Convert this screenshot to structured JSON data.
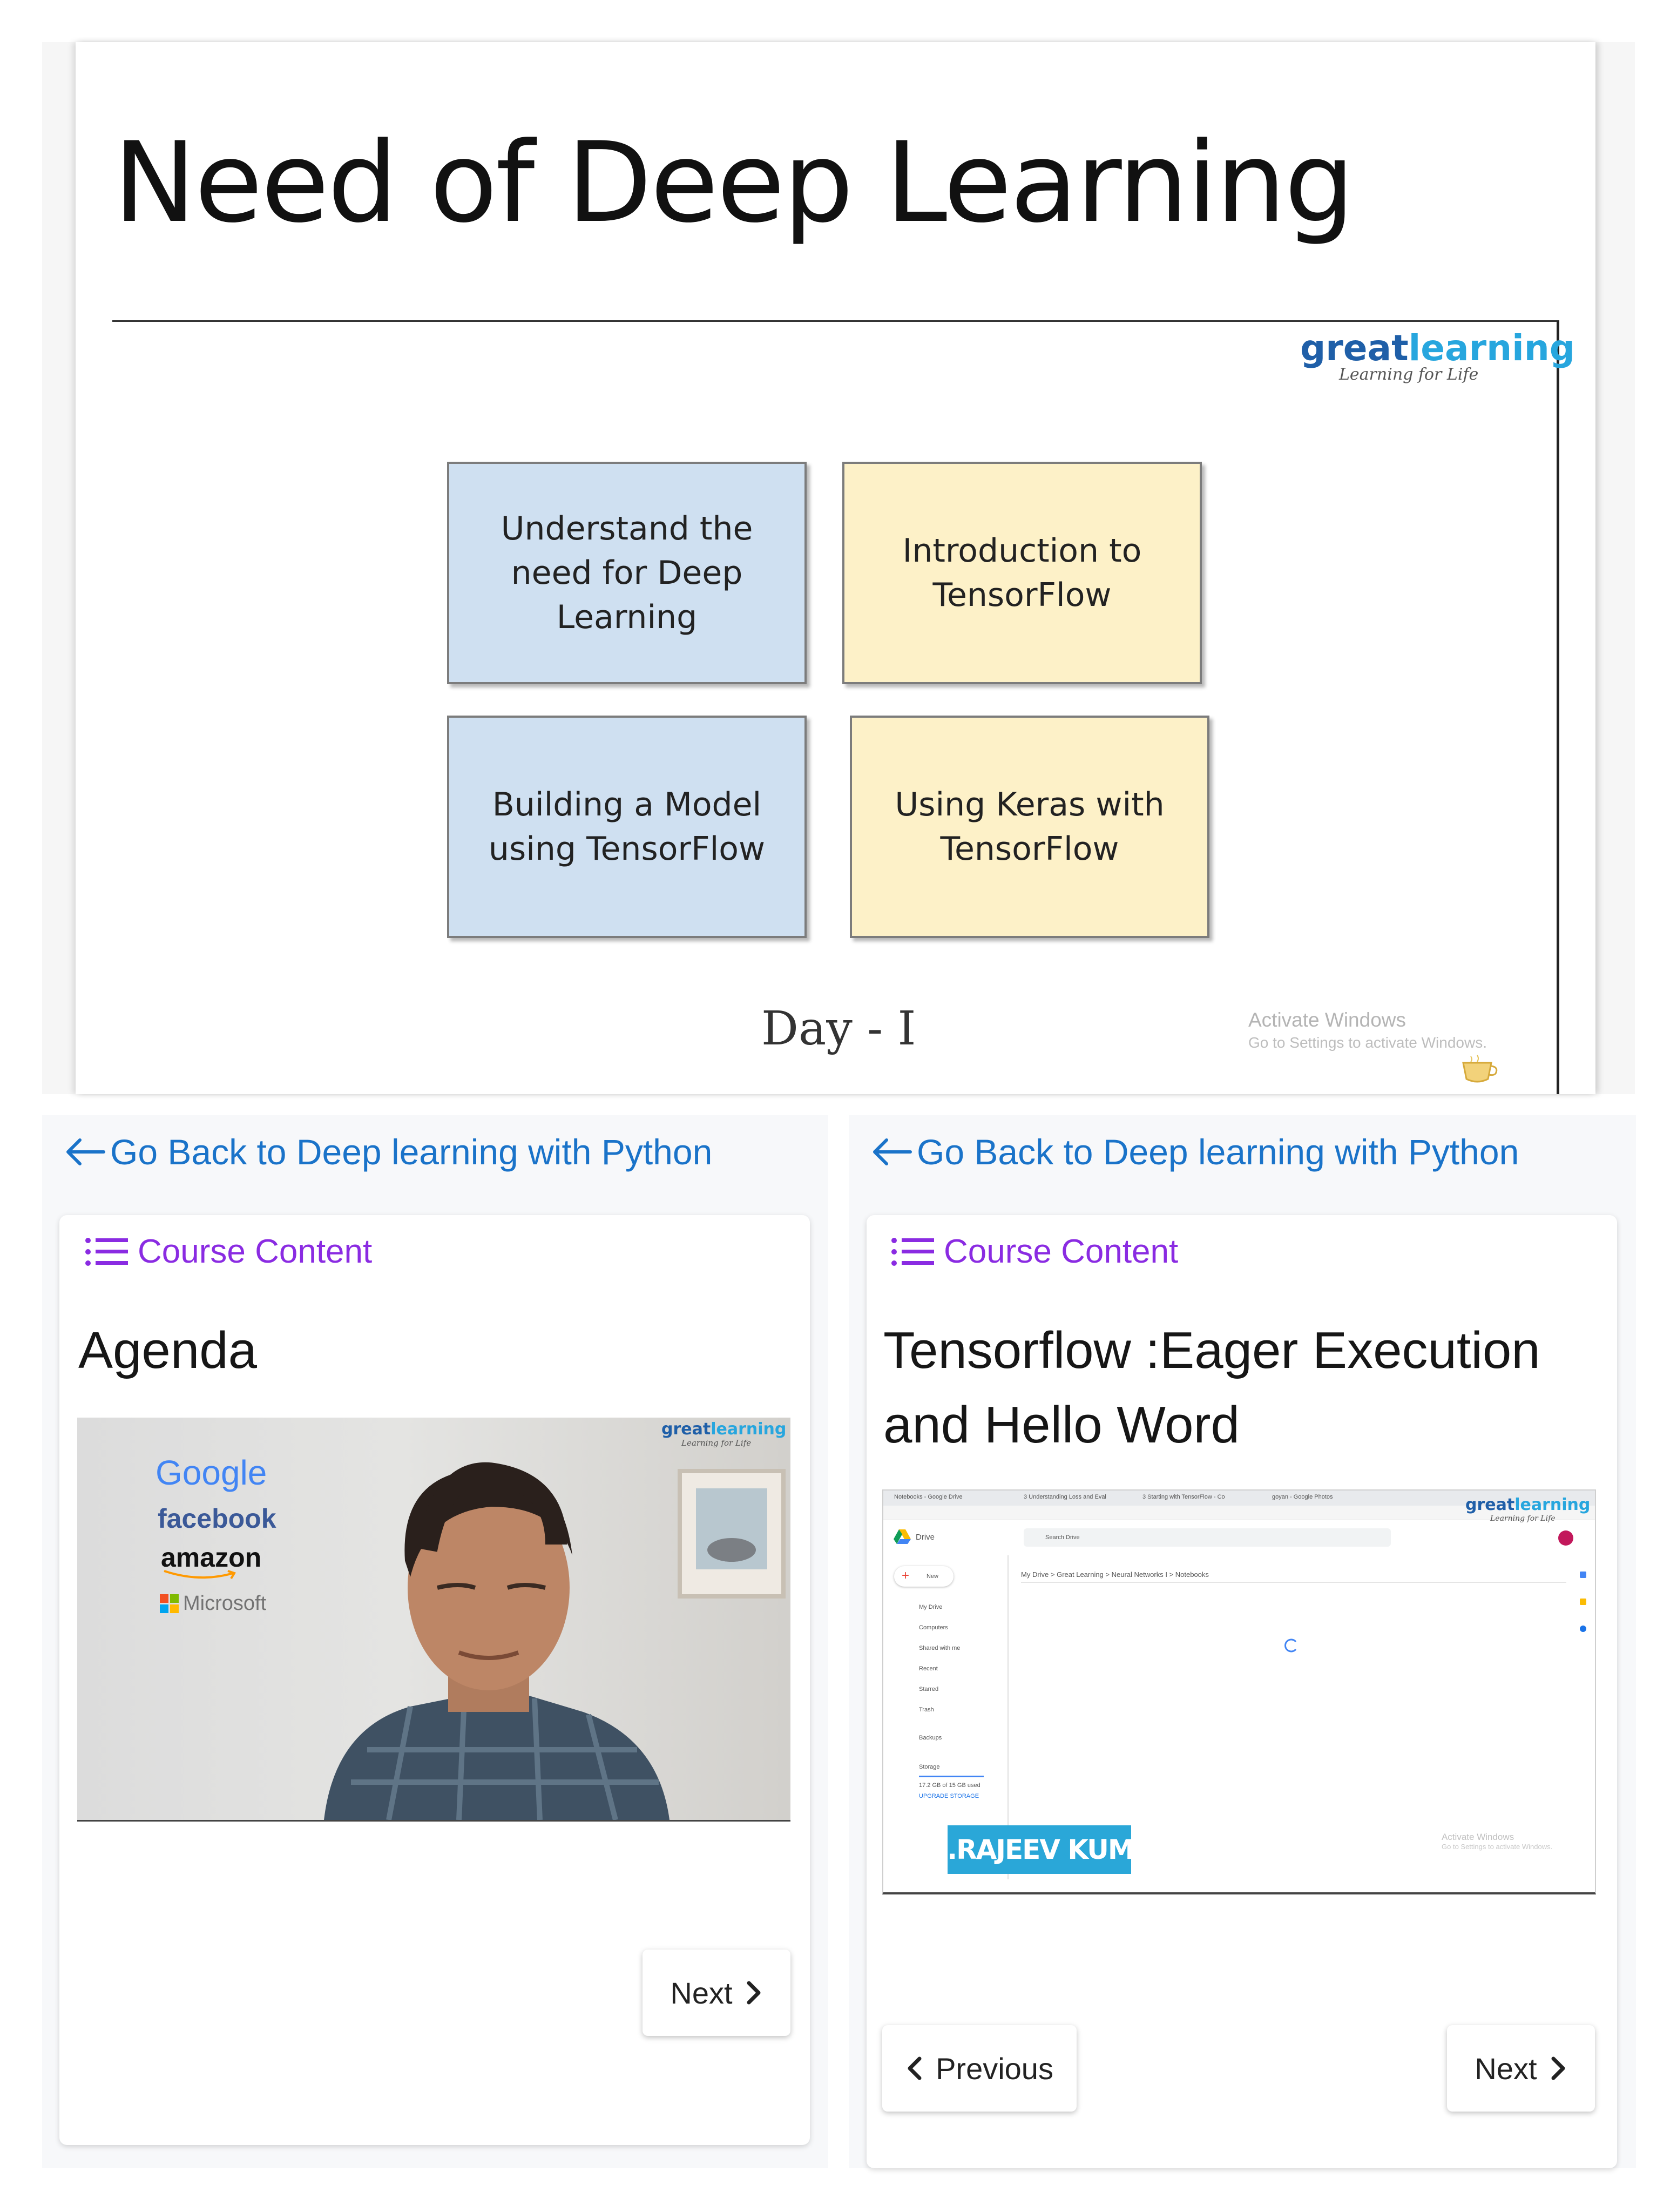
{
  "slide": {
    "title": "Need of Deep Learning",
    "logo_part1": "great",
    "logo_part2": "learning",
    "logo_tagline": "Learning for Life",
    "topics": [
      "Understand the need for Deep Learning",
      "Introduction to TensorFlow",
      "Building a Model using TensorFlow",
      "Using Keras with TensorFlow"
    ],
    "day_label": "Day - I",
    "watermark_line1": "Activate Windows",
    "watermark_line2": "Go to Settings to activate Windows."
  },
  "left_view": {
    "back_link": "Go Back to Deep learning with Python",
    "course_content_label": "Course Content",
    "lesson_title": "Agenda",
    "video": {
      "logo_part1": "great",
      "logo_part2": "learning",
      "logo_tagline": "Learning for Life",
      "brands": [
        "Google",
        "facebook",
        "amazon",
        "Microsoft"
      ]
    },
    "next_label": "Next"
  },
  "right_view": {
    "back_link": "Go Back to Deep learning with Python",
    "course_content_label": "Course Content",
    "lesson_title": "Tensorflow :Eager Execution and Hello Word",
    "video": {
      "logo_part1": "great",
      "logo_part2": "learning",
      "logo_tagline": "Learning for Life",
      "presenter_name": "DR.RAJEEV KUMAR",
      "drive": {
        "title": "Drive",
        "search_placeholder": "Search Drive",
        "breadcrumb": "My Drive  >  Great Learning  >  Neural Networks I  >  Notebooks",
        "new_label": "New",
        "sidebar": [
          "My Drive",
          "Computers",
          "Shared with me",
          "Recent",
          "Starred",
          "Trash",
          "Backups",
          "Storage"
        ],
        "storage_text": "17.2 GB of 15 GB used",
        "upgrade_text": "UPGRADE STORAGE",
        "tabs": [
          "Notebooks - Google Drive",
          "3 Understanding Loss and Eval",
          "3 Starting with TensorFlow - Co",
          "goyan - Google Photos"
        ]
      },
      "watermark_line1": "Activate Windows",
      "watermark_line2": "Go to Settings to activate Windows."
    },
    "previous_label": "Previous",
    "next_label": "Next"
  },
  "colors": {
    "link_blue": "#1a73c9",
    "course_purple": "#8a2be2",
    "box_blue": "#cfe0f1",
    "box_yellow": "#fdf1c8",
    "presenter_tag": "#2aa7d8"
  },
  "icons": {
    "back": "arrow-left-icon",
    "course_content": "list-icon",
    "next": "chevron-right-icon",
    "previous": "chevron-left-icon"
  }
}
